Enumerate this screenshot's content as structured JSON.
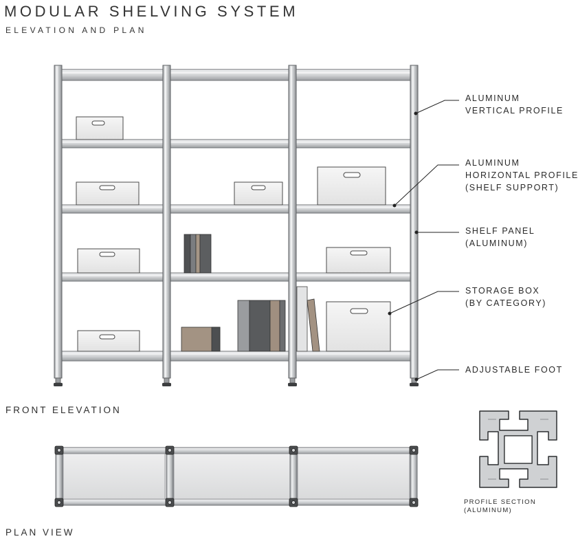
{
  "title": "MODULAR SHELVING SYSTEM",
  "subtitle": "ELEVATION AND PLAN",
  "front_elevation_label": "FRONT ELEVATION",
  "plan_view_label": "PLAN VIEW",
  "callouts": {
    "vertical_profile": {
      "line1": "ALUMINUM",
      "line2": "VERTICAL PROFILE"
    },
    "horizontal_profile": {
      "line1": "ALUMINUM",
      "line2": "HORIZONTAL PROFILE",
      "line3": "(SHELF SUPPORT)"
    },
    "shelf_panel": {
      "line1": "SHELF PANEL",
      "line2": "(ALUMINUM)"
    },
    "storage_box": {
      "line1": "STORAGE BOX",
      "line2": "(BY CATEGORY)"
    },
    "adjustable_foot": {
      "line1": "ADJUSTABLE FOOT"
    }
  },
  "profile_section": {
    "line1": "PROFILE SECTION",
    "line2": "(ALUMINUM)"
  },
  "colors": {
    "profile": "#d8dadc",
    "profile_edge": "#6f7276",
    "box_fill": "#ececec",
    "book_dark": "#555759",
    "book_gray": "#8a8c8e",
    "book_tan": "#a89a8c"
  }
}
